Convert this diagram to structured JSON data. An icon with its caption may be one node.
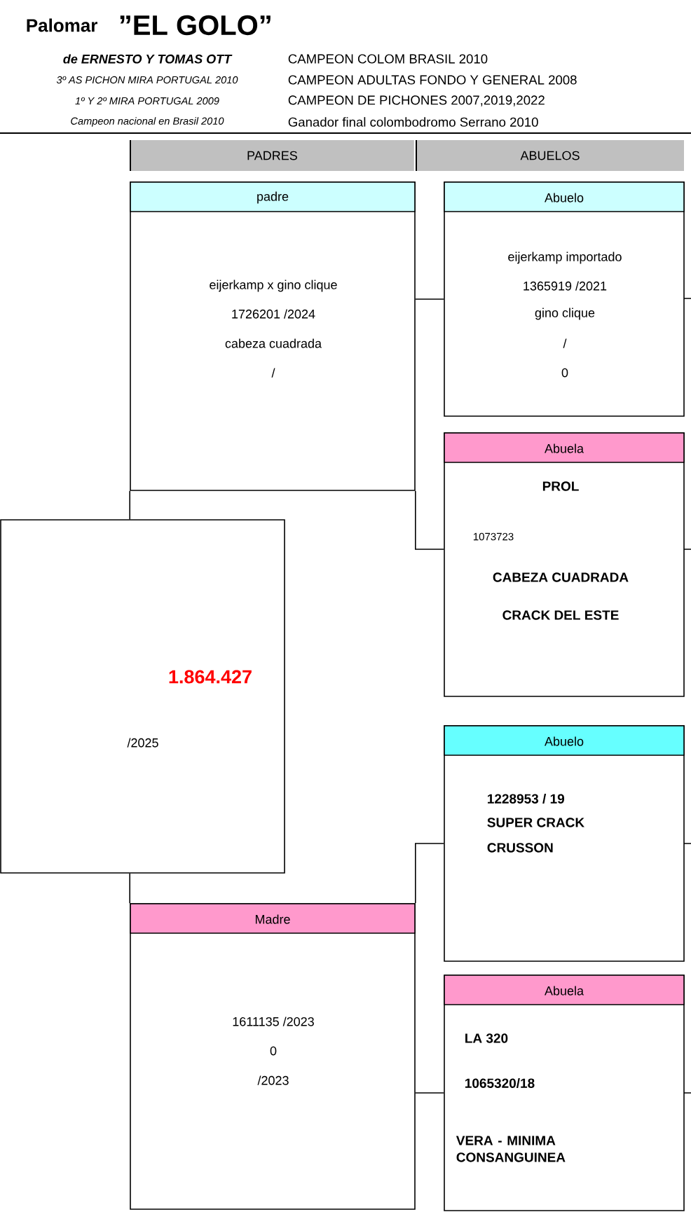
{
  "diagram": {
    "title": "Palomar",
    "nodes": [
      {
        "text": [
          "1.864.427",
          "/2025"
        ]
      },
      {
        "text": [
          "padre",
          "eijerkamp x gino clique",
          "1726201 /2024",
          "cabeza cuadrada",
          "/"
        ]
      },
      {
        "text": [
          "Abuelo",
          "eijerkamp importado",
          "1365919 /2021",
          "gino clique",
          "/",
          "0"
        ]
      },
      {
        "text": [
          "Abuela",
          "PROL",
          "1073723",
          "CABEZA CUADRADA",
          "CRACK DEL ESTE"
        ]
      },
      {
        "text": [
          "Madre",
          "1611135 /2023",
          "0",
          "/2023"
        ]
      },
      {
        "text": [
          "Abuelo",
          "1228953 / 19",
          "SUPER CRACK",
          "CRUSSON"
        ]
      },
      {
        "text": [
          "Abuela",
          "LA 320",
          "1065320/18",
          "VERA - MINIMA CONSANGUINEA"
        ]
      }
    ],
    "edges": [
      {
        "from": 0,
        "to": 1,
        "arrow": "none"
      },
      {
        "from": 0,
        "to": 4,
        "arrow": "none"
      },
      {
        "from": 1,
        "to": 2,
        "arrow": "none"
      },
      {
        "from": 1,
        "to": 3,
        "arrow": "none"
      },
      {
        "from": 4,
        "to": 5,
        "arrow": "none"
      },
      {
        "from": 4,
        "to": 6,
        "arrow": "none"
      }
    ],
    "labels": [
      "”EL GOLO”",
      "de ERNESTO Y TOMAS OTT",
      "CAMPEON COLOM BRASIL 2010",
      "3º AS PICHON MIRA PORTUGAL 2010",
      "CAMPEON ADULTAS FONDO Y GENERAL 2008",
      "1º Y 2º MIRA PORTUGAL 2009",
      "CAMPEON DE PICHONES 2007,2019,2022",
      "Campeon nacional en Brasil 2010",
      "Ganador final colombodromo Serrano 2010",
      "PADRES",
      "ABUELOS"
    ]
  }
}
